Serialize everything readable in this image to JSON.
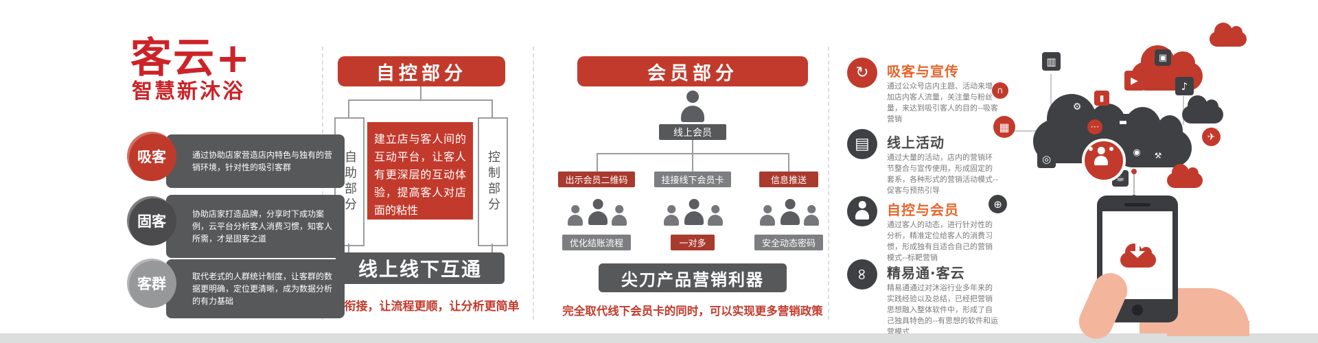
{
  "palette": {
    "brand_red": "#cc2328",
    "banner_red": "#c23a2c",
    "dark_gray": "#57585a",
    "node_red": "#a93a2e",
    "node_gray": "#7d7e81",
    "title_orange": "#e8652c",
    "skin": "#f4b59d"
  },
  "brand": {
    "logo": "客云+",
    "tagline": "智慧新沐浴"
  },
  "audience": [
    {
      "badge": "吸客",
      "color": "#bf3a2b",
      "text": "通过协助店家营造店内特色与独有的营销环境，针对性的吸引客群"
    },
    {
      "badge": "固客",
      "color": "#4b4b4d",
      "text": "协助店家打造品牌，分享时下成功案例，云平台分析客人消费习惯，知客人所需，才是固客之道"
    },
    {
      "badge": "客群",
      "color": "#97989a",
      "text": "取代老式的人群统计制度，让客群的数据更明确，定位更清晰，成为数据分析的有力基础"
    }
  ],
  "self_control": {
    "title": "自控部分",
    "left_box": "自助部分",
    "right_box": "控制部分",
    "center_text": "建立店与客人间的互动平台，让客人有更深层的互动体验，提高客人对店面的粘性",
    "banner": "线上线下互通",
    "footnote": "无缝衔接，让流程更顺，让分析更简单"
  },
  "member": {
    "title": "会员部分",
    "root_label": "线上会员",
    "branches": [
      {
        "label": "出示会员二维码",
        "variant": "red",
        "sub_label": "优化结账流程",
        "sub_variant": "gray"
      },
      {
        "label": "挂接线下会员卡",
        "variant": "gray",
        "sub_label": "一对多",
        "sub_variant": "red"
      },
      {
        "label": "信息推送",
        "variant": "red",
        "sub_label": "安全动态密码",
        "sub_variant": "gray"
      }
    ],
    "banner": "尖刀产品营销利器",
    "footnote": "完全取代线下会员卡的同时，可以实现更多营销政策"
  },
  "features": [
    {
      "icon": "sync-icon",
      "icon_glyph": "↻",
      "title": "吸客与宣传",
      "text": "通过公众号店内主题、活动来增加店内客人流量，关注量与粉丝量，来达到吸引客人的目的--吸客营销"
    },
    {
      "icon": "news-icon",
      "icon_glyph": "▤",
      "title": "线上活动",
      "text": "通过大量的活动，店内的营销环节整合与宣传使用，形成固定的套系，各种形式的营销活动模式--促客与预热引导"
    },
    {
      "icon": "person-icon",
      "icon_glyph": "",
      "title": "自控与会员",
      "text": "通过客人的动态，进行针对性的分析，精准定位给客人的消费习惯，形成独有且适合自己的营销模式--标靶营销"
    },
    {
      "icon": "link-icon",
      "icon_glyph": "∞",
      "title": "精易通·客云",
      "text": "精易通通过对沐浴行业多年来的实践经验以及总结，已经把营销思想融入整体软件中，形成了自己独具特色的--有思想的软件和运营模式"
    }
  ],
  "illustration": {
    "tiles": [
      {
        "name": "book-icon",
        "glyph": "▥"
      },
      {
        "name": "headset-icon",
        "glyph": "∩"
      },
      {
        "name": "play-icon",
        "glyph": "▶"
      },
      {
        "name": "camera-icon",
        "glyph": "▣"
      },
      {
        "name": "music-icon",
        "glyph": "♪"
      },
      {
        "name": "basket-icon",
        "glyph": "▦"
      },
      {
        "name": "gear-icon",
        "glyph": "⚙"
      },
      {
        "name": "phone-icon",
        "glyph": "▮"
      },
      {
        "name": "chat-icon",
        "glyph": "⋯"
      },
      {
        "name": "card-icon",
        "glyph": "▬"
      },
      {
        "name": "search-icon",
        "glyph": "◎"
      },
      {
        "name": "pin-icon",
        "glyph": "◉"
      },
      {
        "name": "wrench-icon",
        "glyph": "⚒"
      },
      {
        "name": "coffee-icon",
        "glyph": "☕"
      },
      {
        "name": "globe-icon",
        "glyph": "⊕"
      },
      {
        "name": "plane-icon",
        "glyph": "✈"
      }
    ]
  }
}
